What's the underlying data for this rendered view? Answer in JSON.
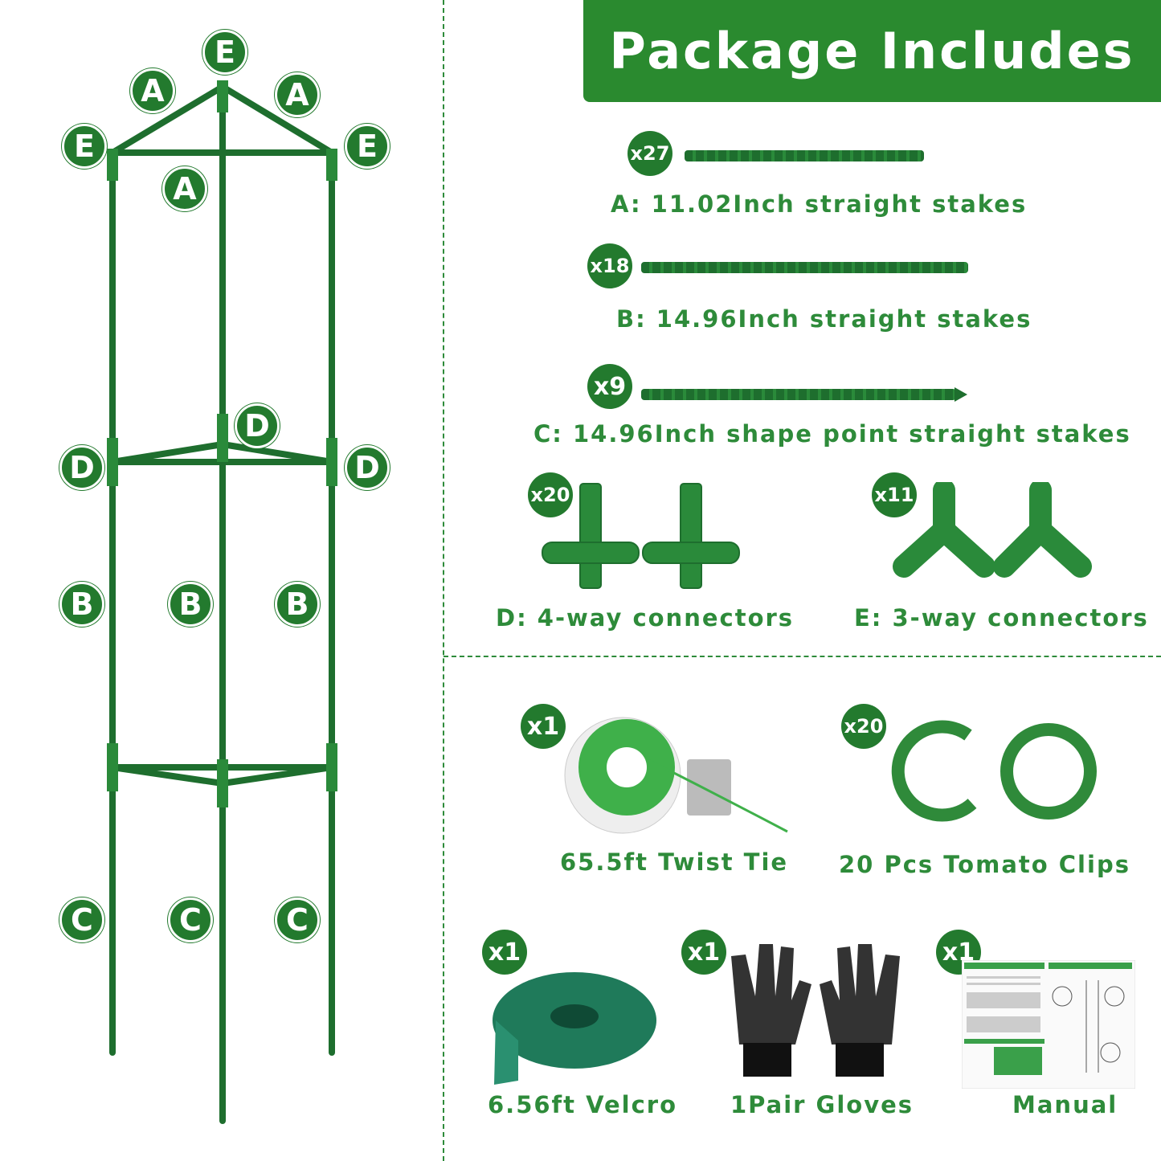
{
  "banner": {
    "title": "Package Includes"
  },
  "diagram_labels": {
    "a": "A",
    "b": "B",
    "c": "C",
    "d": "D",
    "e": "E"
  },
  "parts": [
    {
      "count": "x27",
      "caption": "A: 11.02Inch straight stakes"
    },
    {
      "count": "x18",
      "caption": "B: 14.96Inch straight stakes"
    },
    {
      "count": "x9",
      "caption": "C: 14.96Inch shape point straight stakes"
    },
    {
      "count": "x20",
      "caption": "D: 4-way connectors"
    },
    {
      "count": "x11",
      "caption": "E: 3-way connectors"
    }
  ],
  "accessories": [
    {
      "count": "x1",
      "caption": "65.5ft Twist Tie"
    },
    {
      "count": "x20",
      "caption": "20 Pcs Tomato Clips"
    },
    {
      "count": "x1",
      "caption": "6.56ft Velcro"
    },
    {
      "count": "x1",
      "caption": "1Pair Gloves"
    },
    {
      "count": "x1",
      "caption": "Manual"
    }
  ],
  "colors": {
    "brand_green": "#2a8a2f",
    "stake_green": "#1e6e2e",
    "text_green": "#2e8b3a"
  }
}
